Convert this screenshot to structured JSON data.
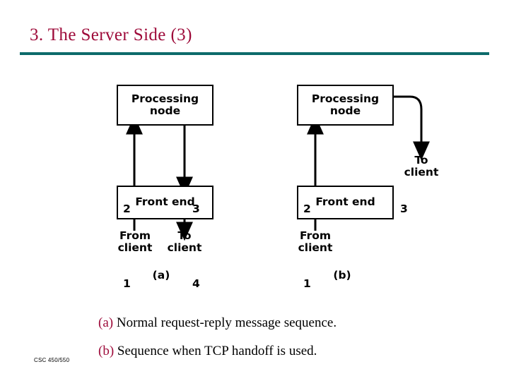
{
  "slide": {
    "title": "3. The Server Side (3)",
    "title_color": "#9e0b3a",
    "rule_color": "#0d6b6b",
    "footer": "CSC 450/550"
  },
  "figure": {
    "panels": [
      {
        "id": "a",
        "panel_label": "(a)",
        "boxes": [
          {
            "name": "processing-node",
            "text": "Processing\nnode"
          },
          {
            "name": "front-end",
            "text": "Front end"
          }
        ],
        "endpoints": [
          {
            "name": "from-client",
            "text": "From\nclient"
          },
          {
            "name": "to-client",
            "text": "To\nclient"
          }
        ],
        "arrow_numbers": [
          "2",
          "3",
          "1",
          "4"
        ]
      },
      {
        "id": "b",
        "panel_label": "(b)",
        "boxes": [
          {
            "name": "processing-node",
            "text": "Processing\nnode"
          },
          {
            "name": "front-end",
            "text": "Front end"
          }
        ],
        "endpoints": [
          {
            "name": "from-client",
            "text": "From\nclient"
          },
          {
            "name": "to-client",
            "text": "To\nclient"
          }
        ],
        "arrow_numbers": [
          "2",
          "3",
          "1"
        ]
      }
    ]
  },
  "captions": {
    "a_tag": "(a)",
    "a_text": " Normal request-reply message sequence.",
    "b_tag": "(b)",
    "b_text": " Sequence when TCP handoff is used."
  }
}
